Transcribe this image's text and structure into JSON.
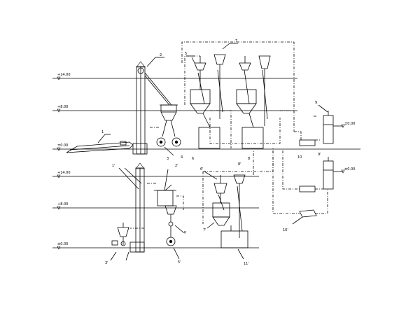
{
  "levels": {
    "upper": [
      "+14.00",
      "+8.00",
      "±0.00"
    ],
    "lower": [
      "+14.00",
      "+8.00",
      "±0.00"
    ],
    "right": [
      "±0.00",
      "±0.00"
    ]
  },
  "labels": {
    "n1": "1",
    "n1p": "1'",
    "n2": "2",
    "n2p": "2'",
    "n3": "3",
    "n3p": "3'",
    "n4": "4",
    "n4p": "4'",
    "n5": "5",
    "n5p": "5'",
    "n6": "6",
    "n6p": "6'",
    "n7": "7",
    "n7p": "7'",
    "n8": "8",
    "n8p": "8'",
    "n9": "9",
    "n9p": "9'",
    "n10": "10",
    "n10p": "10'",
    "n11p": "11'"
  }
}
